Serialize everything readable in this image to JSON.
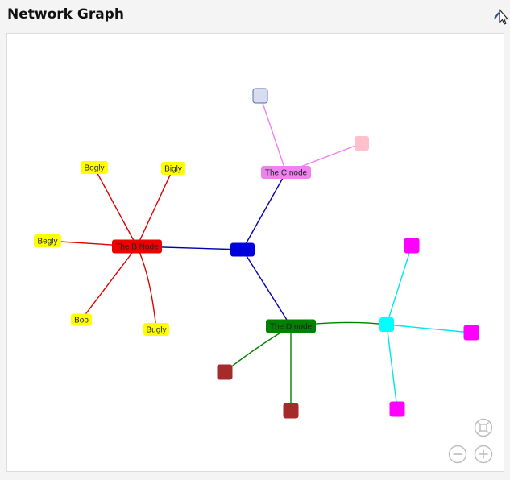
{
  "header": {
    "title": "Network Graph",
    "action_icon": "pan-cursor-icon"
  },
  "colors": {
    "hub": "#0000dd",
    "b_group": "#ee0000",
    "b_leaf": "#ffff00",
    "c_group": "#ee82ee",
    "c_leaf_pink": "#ffc0cb",
    "c_leaf_lavender": "#d8dcf0",
    "d_group": "#008000",
    "d_leaf": "#a52a2a",
    "e_hub": "#00ffff",
    "e_leaf": "#ff00ff",
    "control_stroke": "#bbbbbb"
  },
  "graph": {
    "nodes": [
      {
        "id": "hub",
        "label": "",
        "color": "#0000dd"
      },
      {
        "id": "b",
        "label": "The B Node",
        "color": "#ee0000"
      },
      {
        "id": "c",
        "label": "The C node",
        "color": "#ee82ee"
      },
      {
        "id": "d",
        "label": "The D node",
        "color": "#008000"
      },
      {
        "id": "bogly",
        "label": "Bogly",
        "color": "#ffff00"
      },
      {
        "id": "bigly",
        "label": "Bigly",
        "color": "#ffff00"
      },
      {
        "id": "begly",
        "label": "Begly",
        "color": "#ffff00"
      },
      {
        "id": "boo",
        "label": "Boo",
        "color": "#ffff00"
      },
      {
        "id": "bugly",
        "label": "Bugly",
        "color": "#ffff00"
      },
      {
        "id": "c1",
        "label": "",
        "color": "#d8dcf0"
      },
      {
        "id": "c2",
        "label": "",
        "color": "#ffc0cb"
      },
      {
        "id": "d1",
        "label": "",
        "color": "#a52a2a"
      },
      {
        "id": "d2",
        "label": "",
        "color": "#a52a2a"
      },
      {
        "id": "e",
        "label": "",
        "color": "#00ffff"
      },
      {
        "id": "e1",
        "label": "",
        "color": "#ff00ff"
      },
      {
        "id": "e2",
        "label": "",
        "color": "#ff00ff"
      },
      {
        "id": "e3",
        "label": "",
        "color": "#ff00ff"
      }
    ],
    "edges": [
      {
        "from": "hub",
        "to": "b",
        "color": "#0000aa"
      },
      {
        "from": "hub",
        "to": "c",
        "color": "#0000aa"
      },
      {
        "from": "hub",
        "to": "d",
        "color": "#0000aa"
      },
      {
        "from": "b",
        "to": "bogly",
        "color": "#dd0000"
      },
      {
        "from": "b",
        "to": "bigly",
        "color": "#dd0000"
      },
      {
        "from": "b",
        "to": "begly",
        "color": "#dd0000"
      },
      {
        "from": "b",
        "to": "boo",
        "color": "#dd0000"
      },
      {
        "from": "b",
        "to": "bugly",
        "color": "#dd0000"
      },
      {
        "from": "c",
        "to": "c1",
        "color": "#ee82ee"
      },
      {
        "from": "c",
        "to": "c2",
        "color": "#ee82ee"
      },
      {
        "from": "d",
        "to": "d1",
        "color": "#008000"
      },
      {
        "from": "d",
        "to": "d2",
        "color": "#008000"
      },
      {
        "from": "d",
        "to": "e",
        "color": "#008000"
      },
      {
        "from": "e",
        "to": "e1",
        "color": "#00e5ee"
      },
      {
        "from": "e",
        "to": "e2",
        "color": "#00e5ee"
      },
      {
        "from": "e",
        "to": "e3",
        "color": "#00e5ee"
      }
    ]
  },
  "controls": {
    "fit_icon": "fit-to-view-icon",
    "zoom_out_icon": "zoom-out-icon",
    "zoom_in_icon": "zoom-in-icon"
  }
}
